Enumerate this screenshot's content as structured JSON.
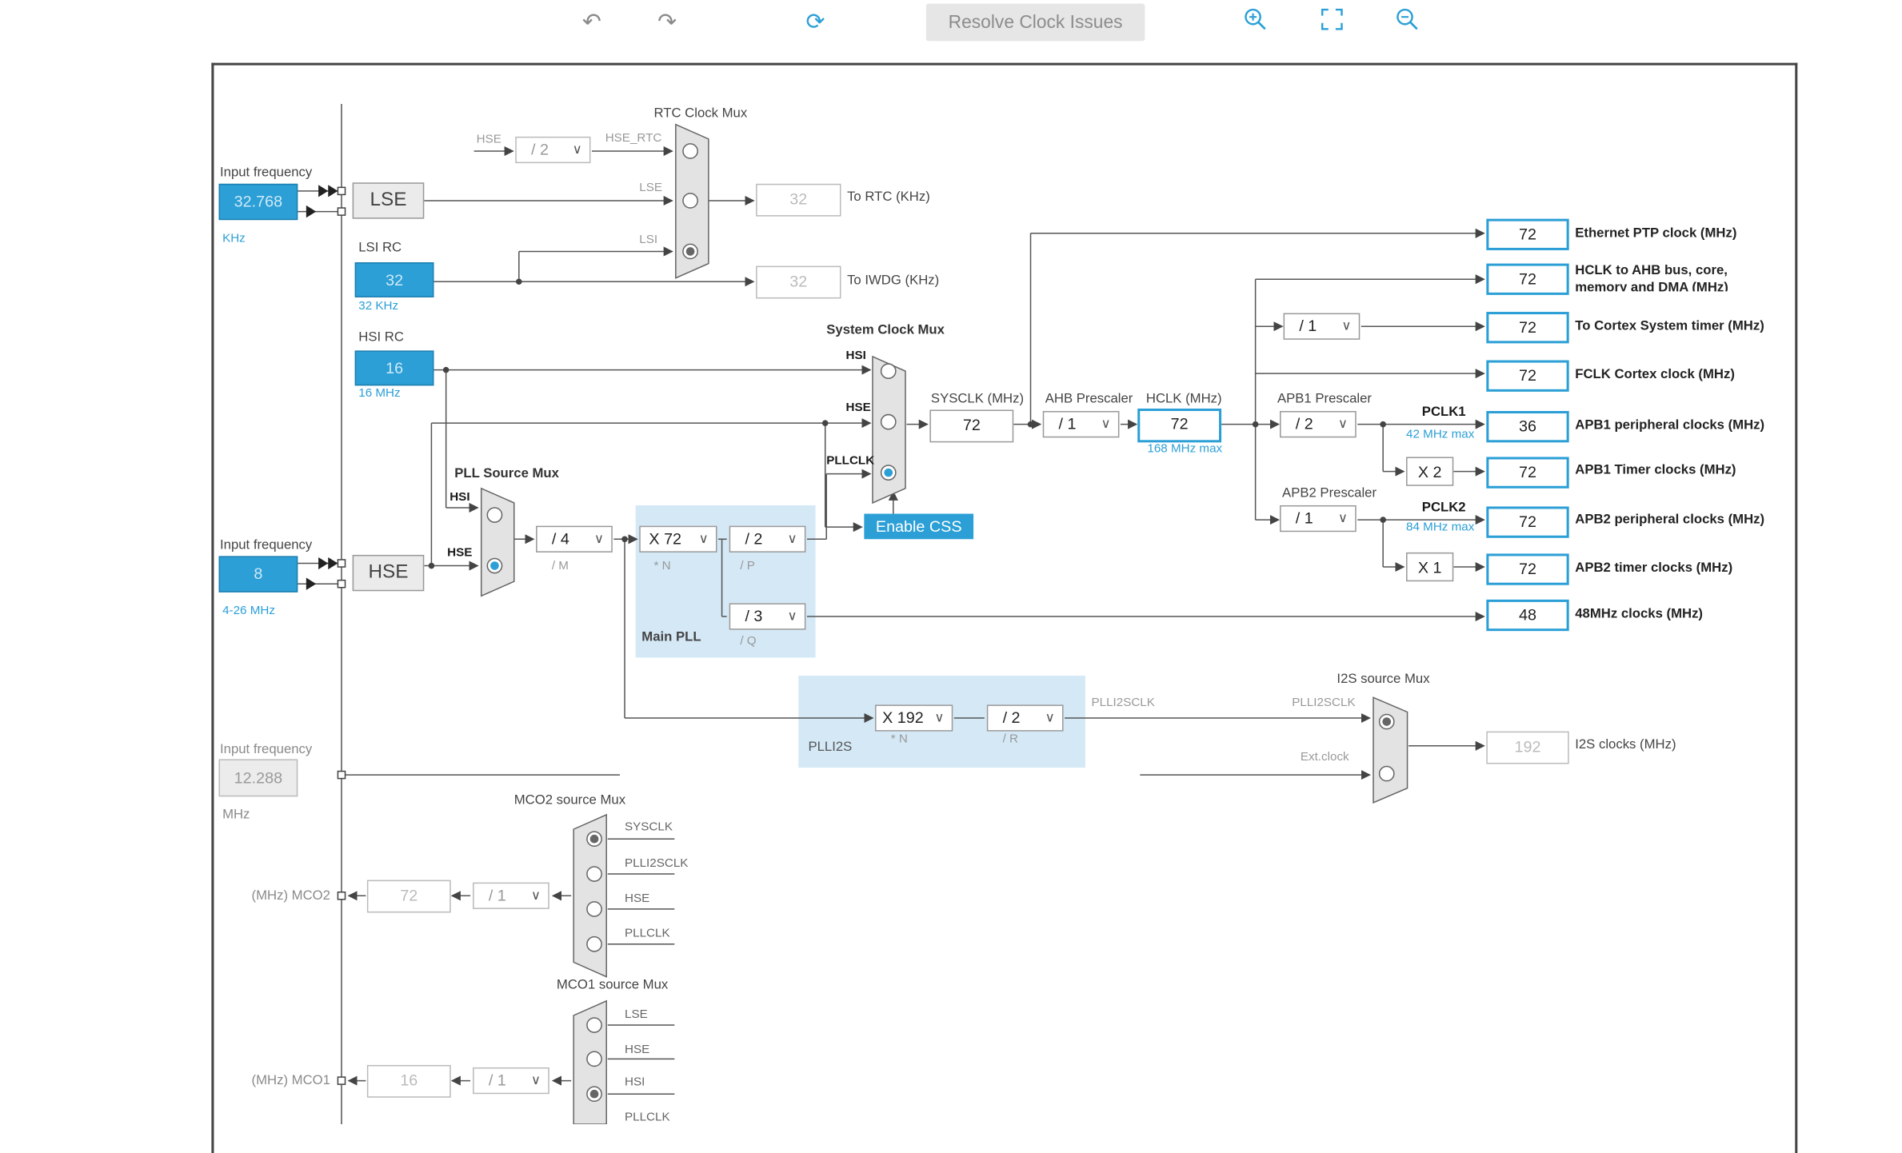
{
  "toolbar": {
    "undo_icon": "undo-icon",
    "redo_icon": "redo-icon",
    "refresh_icon": "refresh-icon",
    "resolve_label": "Resolve Clock Issues",
    "zoom_in_icon": "zoom-in-icon",
    "fit_icon": "fit-screen-icon",
    "zoom_out_icon": "zoom-out-icon"
  },
  "colors": {
    "accent": "#2b9fd6",
    "region": "#d4e8f6",
    "wire": "#555555"
  },
  "inputs": {
    "lse": {
      "label": "Input frequency",
      "value": "32.768",
      "unit": "KHz",
      "name": "LSE"
    },
    "lsi": {
      "label": "LSI RC",
      "value": "32",
      "note": "32 KHz"
    },
    "hsi": {
      "label": "HSI RC",
      "value": "16",
      "note": "16 MHz"
    },
    "hse": {
      "label": "Input frequency",
      "value": "8",
      "range": "4-26 MHz",
      "name": "HSE"
    },
    "ext": {
      "label": "Input frequency",
      "value": "12.288",
      "unit": "MHz"
    }
  },
  "rtc": {
    "title": "RTC Clock Mux",
    "hse_label": "HSE",
    "div": "/ 2",
    "hse_rtc": "HSE_RTC",
    "lse": "LSE",
    "lsi": "LSI",
    "rtc_value": "32",
    "rtc_label": "To RTC (KHz)",
    "iwdg_value": "32",
    "iwdg_label": "To IWDG (KHz)"
  },
  "sysmux": {
    "title": "System Clock Mux",
    "hsi": "HSI",
    "hse": "HSE",
    "pllclk": "PLLCLK",
    "css": "Enable CSS"
  },
  "pllmux": {
    "title": "PLL Source Mux",
    "hsi": "HSI",
    "hse": "HSE"
  },
  "pll": {
    "m": "/ 4",
    "m_label": "/ M",
    "n": "X 72",
    "n_label": "* N",
    "p": "/ 2",
    "p_label": "/ P",
    "q": "/ 3",
    "q_label": "/ Q",
    "title": "Main PLL"
  },
  "plli2s": {
    "n": "X 192",
    "n_label": "* N",
    "r": "/ 2",
    "r_label": "/ R",
    "title": "PLLI2S",
    "out_label": "PLLI2SCLK"
  },
  "bus": {
    "sysclk_label": "SYSCLK (MHz)",
    "sysclk": "72",
    "ahb_label": "AHB Prescaler",
    "ahb": "/ 1",
    "hclk_label": "HCLK (MHz)",
    "hclk": "72",
    "hclk_max": "168 MHz max",
    "apb1_label": "APB1 Prescaler",
    "apb1": "/ 2",
    "apb2_label": "APB2 Prescaler",
    "apb2": "/ 1",
    "cortex_div": "/ 1",
    "pclk1": "PCLK1",
    "pclk1_max": "42 MHz max",
    "pclk2": "PCLK2",
    "pclk2_max": "84 MHz max",
    "tim1_mul": "X 2",
    "tim2_mul": "X 1"
  },
  "outputs": [
    {
      "value": "72",
      "label": "Ethernet PTP clock (MHz)"
    },
    {
      "value": "72",
      "label": "HCLK to AHB bus, core, memory and DMA (MHz)"
    },
    {
      "value": "72",
      "label": "To Cortex System timer (MHz)"
    },
    {
      "value": "72",
      "label": "FCLK Cortex clock (MHz)"
    },
    {
      "value": "36",
      "label": "APB1 peripheral clocks (MHz)"
    },
    {
      "value": "72",
      "label": "APB1 Timer clocks (MHz)"
    },
    {
      "value": "72",
      "label": "APB2 peripheral clocks (MHz)"
    },
    {
      "value": "72",
      "label": "APB2 timer clocks (MHz)"
    },
    {
      "value": "48",
      "label": "48MHz clocks (MHz)"
    }
  ],
  "i2s": {
    "title": "I2S source Mux",
    "plli2sclk": "PLLI2SCLK",
    "ext": "Ext.clock",
    "value": "192",
    "label": "I2S clocks (MHz)"
  },
  "mco2": {
    "title": "MCO2 source Mux",
    "opts": [
      "SYSCLK",
      "PLLI2SCLK",
      "HSE",
      "PLLCLK"
    ],
    "div": "/ 1",
    "value": "72",
    "label": "(MHz) MCO2"
  },
  "mco1": {
    "title": "MCO1 source Mux",
    "opts": [
      "LSE",
      "HSE",
      "HSI",
      "PLLCLK"
    ],
    "div": "/ 1",
    "value": "16",
    "label": "(MHz) MCO1"
  }
}
